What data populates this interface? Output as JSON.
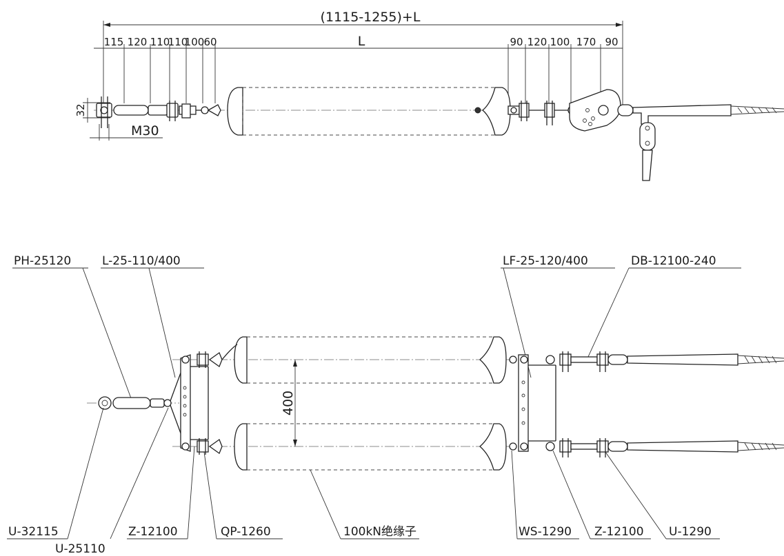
{
  "top_view": {
    "overall_dim": "(1115-1255)+L",
    "segment_dims_left": [
      "115",
      "120",
      "110",
      "110",
      "100",
      "60"
    ],
    "center_dim": "L",
    "segment_dims_right": [
      "90",
      "120",
      "100",
      "170",
      "90"
    ],
    "vertical_dim": "32",
    "thread_label": "M30"
  },
  "bottom_view": {
    "spacing_dim": "400",
    "labels_top": [
      "PH-25120",
      "L-25-110/400",
      "LF-25-120/400",
      "DB-12100-240"
    ],
    "labels_bottom": [
      "U-32115",
      "U-25110",
      "Z-12100",
      "QP-1260",
      "100kN绝缘子",
      "WS-1290",
      "Z-12100",
      "U-1290"
    ]
  }
}
